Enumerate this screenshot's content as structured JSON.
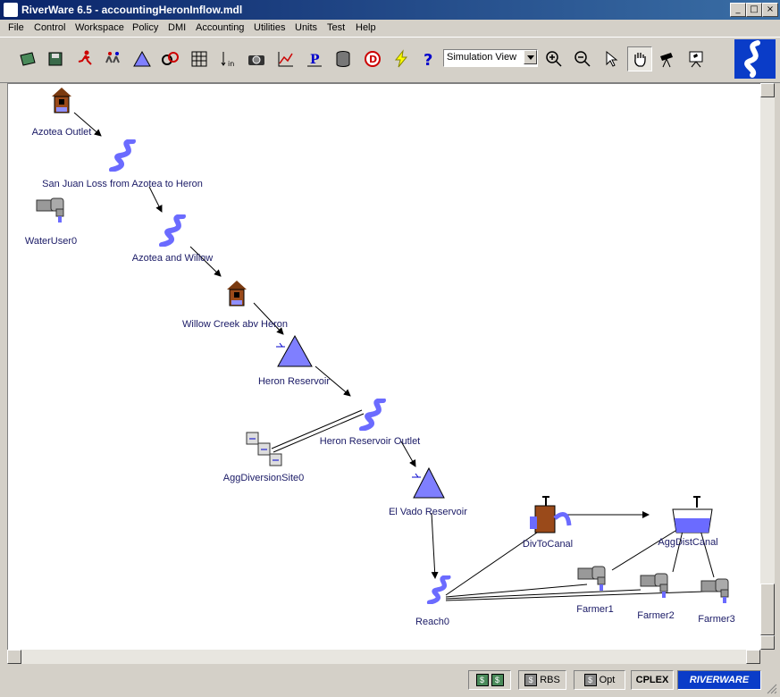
{
  "window": {
    "title": "RiverWare 6.5 - accountingHeronInflow.mdl"
  },
  "menu": [
    "File",
    "Control",
    "Workspace",
    "Policy",
    "DMI",
    "Accounting",
    "Utilities",
    "Units",
    "Test",
    "Help"
  ],
  "toolbar": {
    "view_select": "Simulation View"
  },
  "nodes": {
    "azotea_outlet": "Azotea Outlet",
    "sj_loss": "San Juan Loss from Azotea to Heron",
    "wateruser0": "WaterUser0",
    "azotea_willow": "Azotea and Willow",
    "willow_creek": "Willow Creek abv Heron",
    "heron_res": "Heron Reservoir",
    "heron_outlet": "Heron Reservoir Outlet",
    "agg_div": "AggDiversionSite0",
    "el_vado": "El Vado Reservoir",
    "div_canal": "DivToCanal",
    "agg_dist": "AggDistCanal",
    "reach0": "Reach0",
    "farmer1": "Farmer1",
    "farmer2": "Farmer2",
    "farmer3": "Farmer3"
  },
  "status": {
    "rbs": "RBS",
    "opt": "Opt",
    "cplex": "CPLEX",
    "brand": "RIVERWARE"
  },
  "colors": {
    "accent": "#0a3cc8",
    "node": "#7f7fff"
  }
}
